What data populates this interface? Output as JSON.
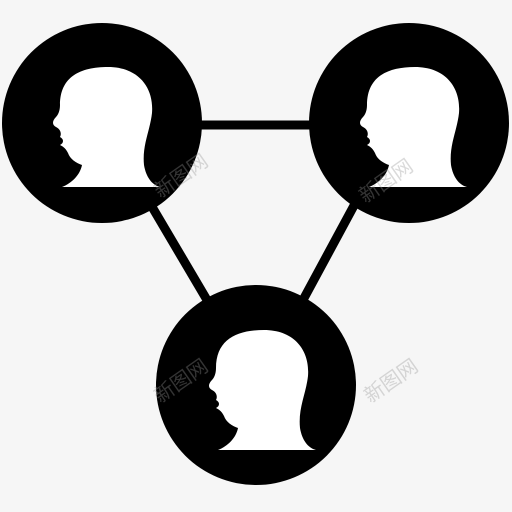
{
  "icon": {
    "name": "user-network-icon",
    "fill_color": "#000000",
    "background_color": "#f6f6f6",
    "nodes": [
      {
        "name": "person-node-top-left",
        "icon": "person-head-profile-icon"
      },
      {
        "name": "person-node-top-right",
        "icon": "person-head-profile-icon"
      },
      {
        "name": "person-node-bottom",
        "icon": "person-head-profile-icon"
      }
    ],
    "connections": [
      "top-left-to-top-right",
      "top-left-to-bottom",
      "top-right-to-bottom"
    ]
  },
  "watermarks": [
    "新图网",
    "新图网",
    "新图网",
    "新图网"
  ]
}
